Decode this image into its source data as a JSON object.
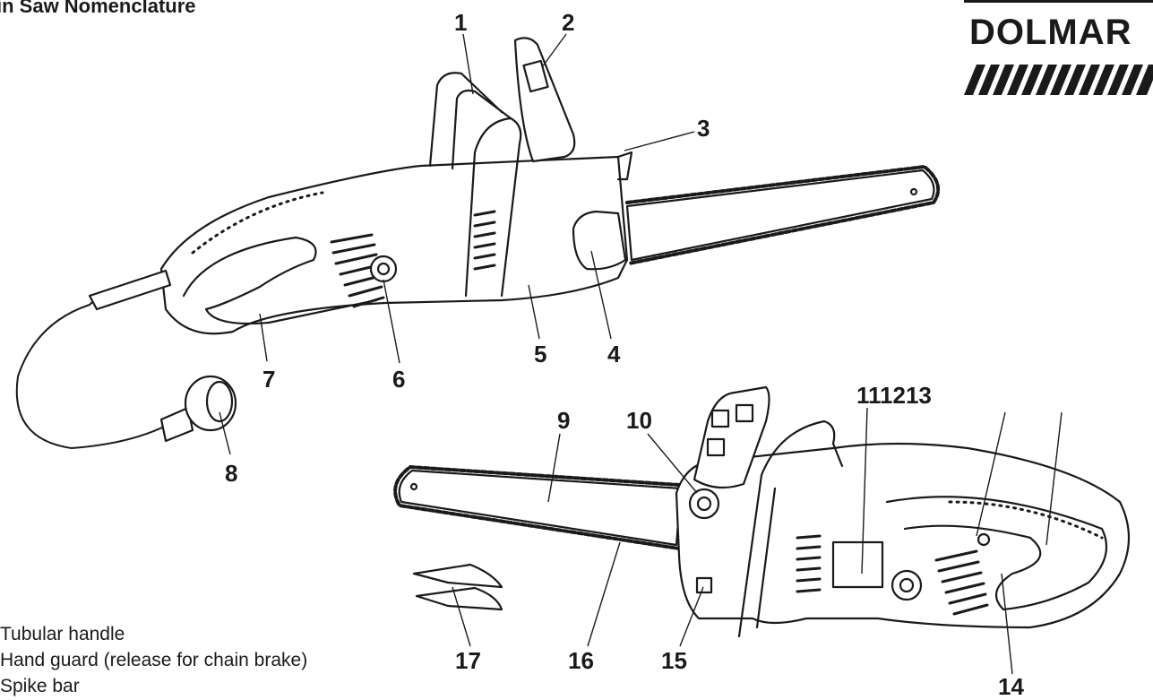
{
  "title": "in Saw Nomenclature",
  "brand": {
    "name": "DOLMAR"
  },
  "callouts": {
    "c1": "1",
    "c2": "2",
    "c3": "3",
    "c4": "4",
    "c5": "5",
    "c6": "6",
    "c7": "7",
    "c8": "8",
    "c9": "9",
    "c10": "10",
    "c111213": "111213",
    "c14": "14",
    "c15": "15",
    "c16": "16",
    "c17": "17"
  },
  "legend": [
    "Tubular handle",
    "Hand guard (release for chain brake)",
    "Spike bar"
  ]
}
